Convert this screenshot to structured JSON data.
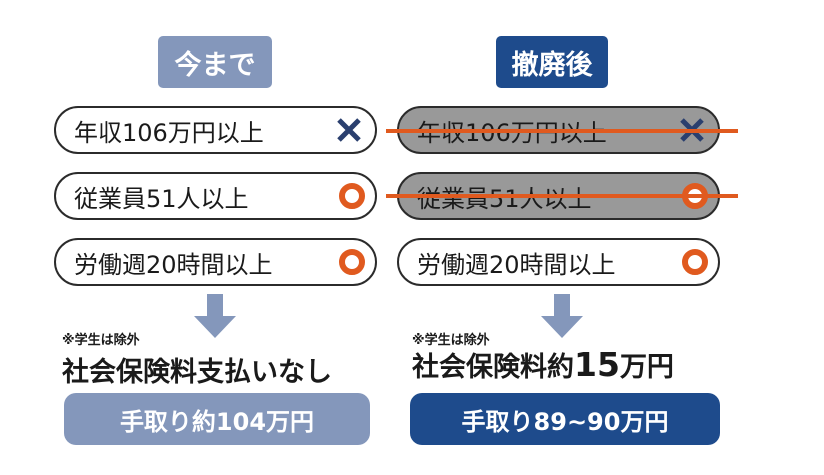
{
  "headers": {
    "before": "今まで",
    "after": "撤廃後"
  },
  "left_conditions": [
    {
      "text": "年収106万円以上",
      "mark": "cross-icon"
    },
    {
      "text": "従業員51人以上",
      "mark": "circle-icon"
    },
    {
      "text": "労働週20時間以上",
      "mark": "circle-icon"
    }
  ],
  "right_conditions": [
    {
      "text": "年収106万円以上",
      "mark": "cross-icon",
      "struck": true
    },
    {
      "text": "従業員51人以上",
      "mark": "circle-icon",
      "struck": true
    },
    {
      "text": "労働週20時間以上",
      "mark": "circle-icon",
      "struck": false
    }
  ],
  "notes": {
    "left": "※学生は除外",
    "right": "※学生は除外"
  },
  "results": {
    "left": "社会保険料支払いなし",
    "right_prefix": "社会保険料約",
    "right_number": "15",
    "right_unit": "万円"
  },
  "takehome": {
    "left": "手取り約104万円",
    "right": "手取り89~90万円"
  },
  "colors": {
    "before_header": "#8497bb",
    "after_header": "#1e4b8c",
    "accent_orange": "#e05a1f",
    "cross_navy": "#2a3f6e",
    "struck_gray": "#999999"
  }
}
